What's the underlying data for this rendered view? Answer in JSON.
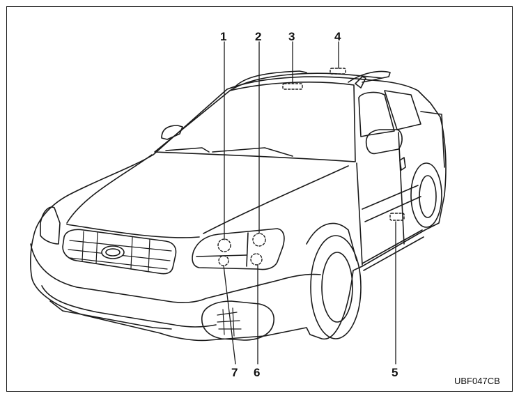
{
  "figure": {
    "callouts": [
      {
        "id": "1",
        "label": "1"
      },
      {
        "id": "2",
        "label": "2"
      },
      {
        "id": "3",
        "label": "3"
      },
      {
        "id": "4",
        "label": "4"
      },
      {
        "id": "5",
        "label": "5"
      },
      {
        "id": "6",
        "label": "6"
      },
      {
        "id": "7",
        "label": "7"
      }
    ],
    "figure_code": "UBF047CB"
  },
  "colors": {
    "line": "#1a1a1a",
    "background": "#ffffff"
  }
}
